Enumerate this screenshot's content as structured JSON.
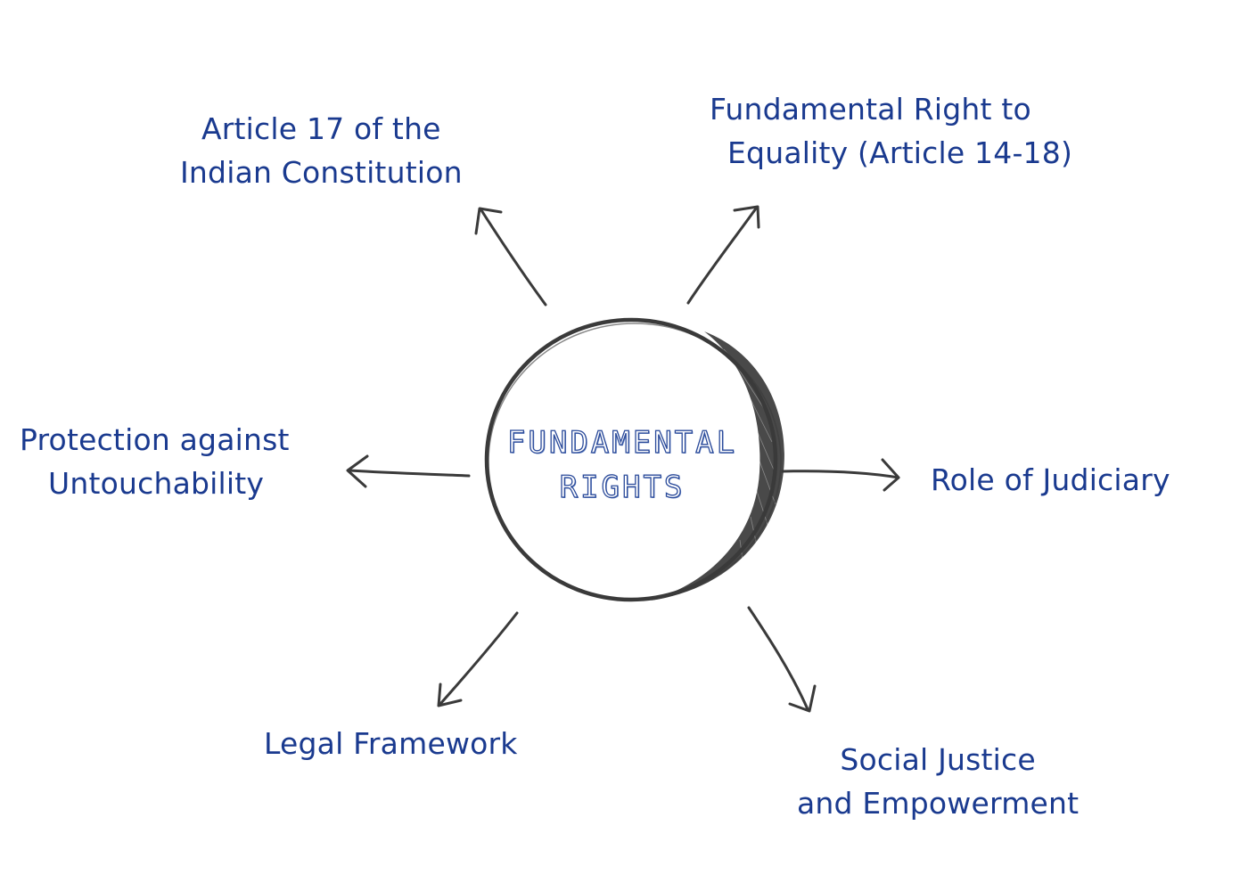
{
  "diagram": {
    "center": {
      "line1": "FUNDAMENTAL",
      "line2": "RIGHTS"
    },
    "nodes": {
      "article17": {
        "line1": "Article 17 of the",
        "line2": "Indian Constitution"
      },
      "equality": {
        "line1": "Fundamental Right to",
        "line2": "Equality (Article 14-18)"
      },
      "protection": {
        "line1": "Protection against",
        "line2": "Untouchability"
      },
      "judiciary": {
        "line1": "Role of Judiciary"
      },
      "legal": {
        "line1": "Legal Framework"
      },
      "social": {
        "line1": "Social Justice",
        "line2": "and Empowerment"
      }
    },
    "colors": {
      "text": "#1a3a8f",
      "stroke": "#3a3a3a"
    }
  }
}
